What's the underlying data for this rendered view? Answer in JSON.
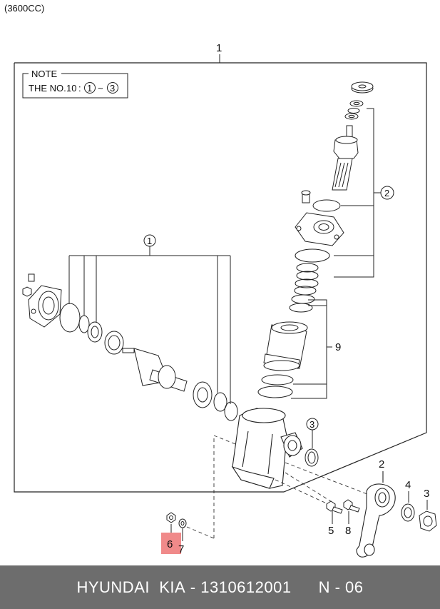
{
  "header": {
    "variant": "(3600CC)"
  },
  "note": {
    "title": "NOTE",
    "prefix": "THE NO.",
    "number": "10",
    "colon": ":",
    "range_start": "1",
    "tilde": "~",
    "range_end": "3"
  },
  "callouts": {
    "assembly": "1",
    "group_1": "1",
    "group_2": "2",
    "group_3": "3",
    "part_9": "9",
    "part_2": "2",
    "part_3": "3",
    "part_4": "4",
    "part_5": "5",
    "part_6": "6",
    "part_7": "7",
    "part_8": "8"
  },
  "highlight": {
    "part": "6",
    "color": "#f08a8a"
  },
  "footer": {
    "brand": "HYUNDAI  KIA",
    "separator": " - ",
    "part_number": "1310612001",
    "page": "N - 06"
  }
}
